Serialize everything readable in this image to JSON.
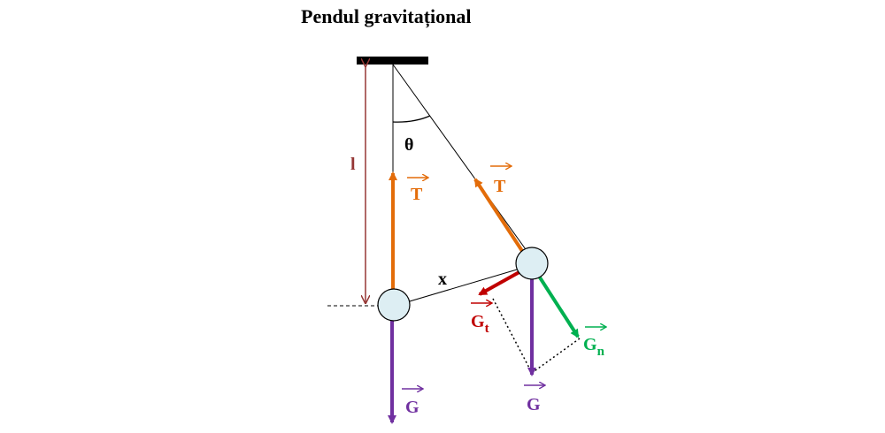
{
  "title": "Pendul gravitațional",
  "labels": {
    "length": "l",
    "angle": "θ",
    "displacement": "x",
    "tension": "T",
    "weight": "G",
    "tangential": "G",
    "tangential_sub": "t",
    "normal": "G",
    "normal_sub": "n"
  },
  "colors": {
    "tension": "#e36c09",
    "weight": "#7030a0",
    "tangential": "#c00000",
    "normal": "#00b050",
    "length": "#953735",
    "bob_fill": "#ddeef3",
    "ink": "#000000"
  }
}
